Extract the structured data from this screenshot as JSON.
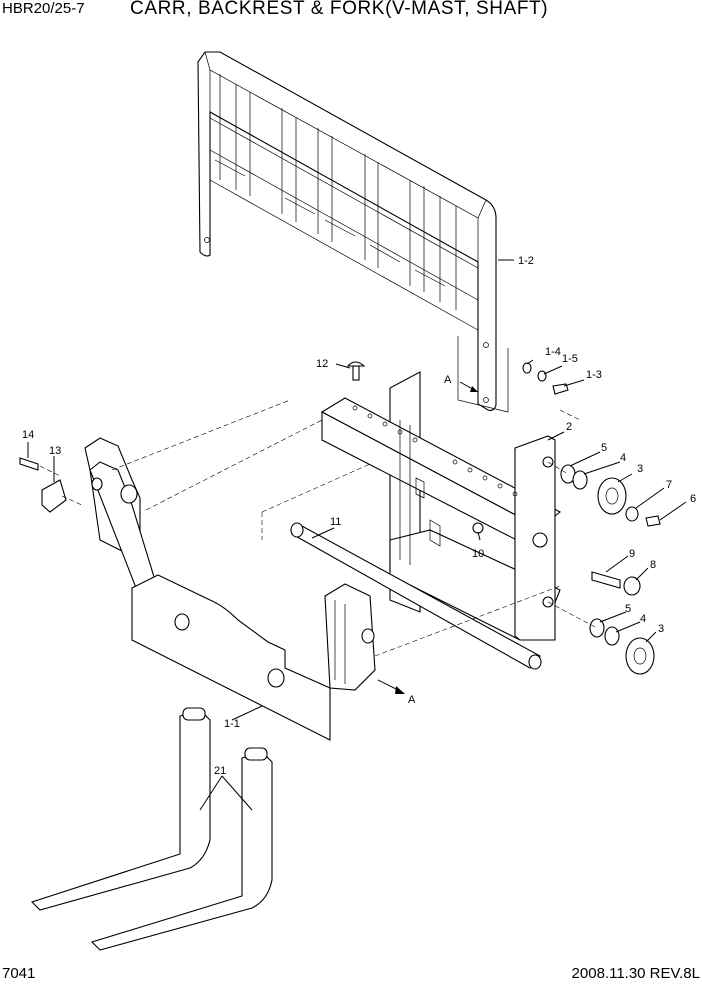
{
  "header": {
    "model": "HBR20/25-7",
    "title": "CARR, BACKREST & FORK(V-MAST, SHAFT)"
  },
  "footer": {
    "page_number": "7041",
    "revision": "2008.11.30 REV.8L"
  },
  "callouts": {
    "backrest": "1-2",
    "carriage": "1-1",
    "washer_1_4": "1-4",
    "washer_1_5": "1-5",
    "bolt_1_3": "1-3",
    "bolt_12": "12",
    "plate_2": "2",
    "washer_5_upper": "5",
    "washer_4_upper": "4",
    "roller_3_upper": "3",
    "washer_7": "7",
    "bolt_6": "6",
    "pin_9": "9",
    "roller_8": "8",
    "washer_5_lower": "5",
    "washer_4_lower": "4",
    "roller_3_lower": "3",
    "nut_10": "10",
    "shaft_11": "11",
    "bolt_14": "14",
    "cover_13": "13",
    "fork_21": "21",
    "view_a_top": "A",
    "view_a_bottom": "A"
  }
}
